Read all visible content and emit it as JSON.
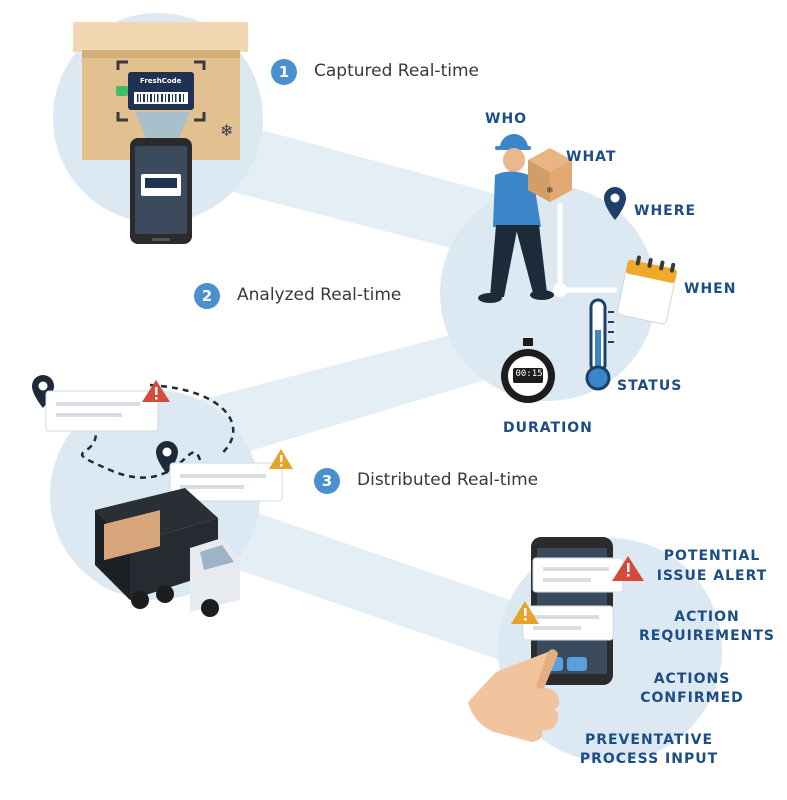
{
  "steps": [
    {
      "number": "1",
      "label": "Captured Real-time"
    },
    {
      "number": "2",
      "label": "Analyzed Real-time"
    },
    {
      "number": "3",
      "label": "Distributed Real-time"
    }
  ],
  "tags": {
    "who": "WHO",
    "what": "WHAT",
    "where": "WHERE",
    "when": "WHEN",
    "status": "STATUS",
    "duration": "DURATION",
    "issue_alert_1": "POTENTIAL",
    "issue_alert_2": "ISSUE ALERT",
    "action_req_1": "ACTION",
    "action_req_2": "REQUIREMENTS",
    "actions_conf_1": "ACTIONS",
    "actions_conf_2": "CONFIRMED",
    "preventative_1": "PREVENTATIVE",
    "preventative_2": "PROCESS INPUT"
  },
  "label_brand": "FreshCode",
  "timer_readout": "00:15",
  "colors": {
    "accent": "#4a8fce",
    "tag_text": "#1c4d85",
    "circle_bg": "#dde9f2",
    "band": "#e4eef5",
    "warning": "#e8a12c",
    "alert": "#d64a3a"
  }
}
